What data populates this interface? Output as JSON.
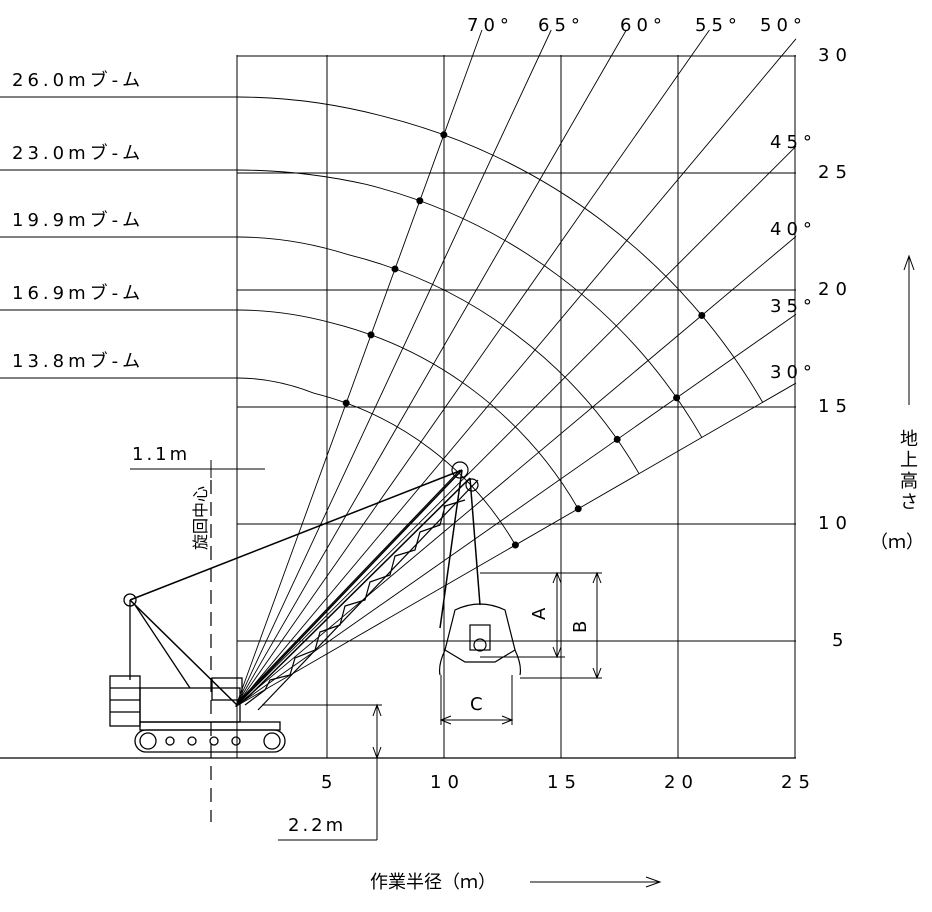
{
  "chart_data": {
    "type": "diagram",
    "title": "",
    "x_axis": {
      "ticks": [
        "5",
        "10",
        "15",
        "20",
        "25"
      ],
      "label": "作業半径（ｍ）"
    },
    "y_axis": {
      "ticks": [
        "5",
        "10",
        "15",
        "20",
        "25",
        "30"
      ],
      "label_chars": [
        "地",
        "上",
        "高",
        "さ"
      ],
      "label_unit": "（ｍ）"
    },
    "angles": [
      "70°",
      "65°",
      "60°",
      "55°",
      "50°",
      "45°",
      "40°",
      "35°",
      "30°"
    ],
    "booms": [
      {
        "label": "26.0mブ-ム",
        "length": 26.0
      },
      {
        "label": "23.0mブ-ム",
        "length": 23.0
      },
      {
        "label": "19.9mブ-ム",
        "length": 19.9
      },
      {
        "label": "16.9mブ-ム",
        "length": 16.9
      },
      {
        "label": "13.8mブ-ム",
        "length": 13.8
      }
    ],
    "dimensions": {
      "pivot_offset": "1.1m",
      "pivot_height": "2.2m",
      "swing_center": "旋回中心",
      "bucket_a": "A",
      "bucket_b": "B",
      "bucket_c": "C"
    }
  }
}
